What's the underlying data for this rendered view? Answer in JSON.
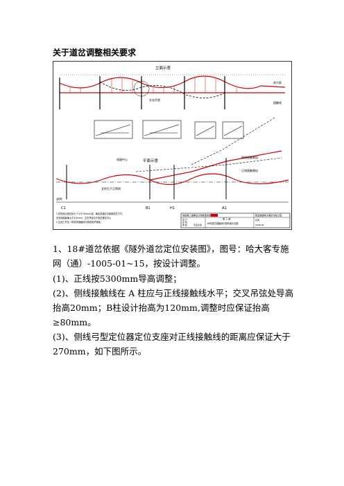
{
  "doc": {
    "title": "关于道岔调整相关要求",
    "paragraphs": [
      "1、18#道岔依据《隧外道岔定位安装图》，图号：哈大客专施网（通）-1005-01~15，按设计调整。",
      "(1)、正线按5300mm导高调整；",
      "(2)、侧线接触线在 A 柱应与正线接触线水平；交叉吊弦处导高抬高20mm；B柱设计抬高为120mm,调整时应保证抬高≥80mm。",
      "(3)、侧线弓型定位器定位支座对正线接触线的距离应保证大于270mm，如下图所示。"
    ]
  },
  "drawing": {
    "view_elevation": "立面示意",
    "view_plan": "平面示意",
    "label_messenger": "承力索",
    "label_contact": "接触线",
    "label_cross_dropper": "交叉吊弦",
    "label_fixed_mast": "支柱位于正常网",
    "label_side_track": "侧线接触悬挂",
    "label_main_track": "正线接触悬挂",
    "label_line_center": "线路中心",
    "masts": [
      "C1",
      "B1",
      "H1",
      "A1"
    ],
    "notes_title": "说明:",
    "notes": [
      "1.在检验过道岔处七个小于150mm线，确定其通过位置和线岔下方，",
      "至导线端距离大于100mm，交叉吊弦位于道岔理论中心",
      "2.正线工作支一段采用接触线与悬挂防护措施。"
    ],
    "tb_company": "铁道第三勘察设计院集团有限公司",
    "tb_drawing": "18号道岔接触网平面布置示意图",
    "tb_project": "新建铁路哈大客运专线工程",
    "tb_scale": "比例",
    "tb_date": "2008.06",
    "tb_sheet": "第 三 部",
    "tb_rows": [
      "设 计",
      "复 核",
      "审 核",
      "专业负责"
    ]
  }
}
